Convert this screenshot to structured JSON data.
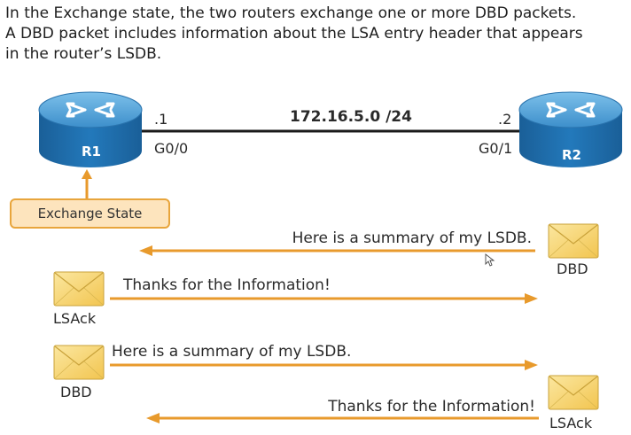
{
  "intro": {
    "line1": "In the Exchange state, the two routers exchange one or more DBD packets.",
    "line2": "A DBD packet includes information about the LSA entry header that appears",
    "line3": "in the router’s LSDB."
  },
  "link": {
    "network": "172.16.5.0 /24",
    "r1_host": ".1",
    "r2_host": ".2",
    "r1_interface": "G0/0",
    "r2_interface": "G0/1"
  },
  "routers": {
    "r1": {
      "label": "R1",
      "icon": "router-icon"
    },
    "r2": {
      "label": "R2",
      "icon": "router-icon"
    }
  },
  "state": {
    "label": "Exchange State"
  },
  "messages": [
    {
      "text": "Here is a summary of my LSDB.",
      "packet": "DBD",
      "direction": "to-r1"
    },
    {
      "text": "Thanks for the Information!",
      "packet": "LSAck",
      "direction": "to-r2"
    },
    {
      "text": "Here is a summary of my LSDB.",
      "packet": "DBD",
      "direction": "to-r2"
    },
    {
      "text": "Thanks for the Information!",
      "packet": "LSAck",
      "direction": "to-r1"
    }
  ],
  "colors": {
    "router_body": "#1f6fae",
    "router_top": "#58a8dd",
    "arrow": "#e89a2c",
    "envelope": "#f7d67a",
    "state_fill": "#fde4bd",
    "state_border": "#e8a53c"
  }
}
